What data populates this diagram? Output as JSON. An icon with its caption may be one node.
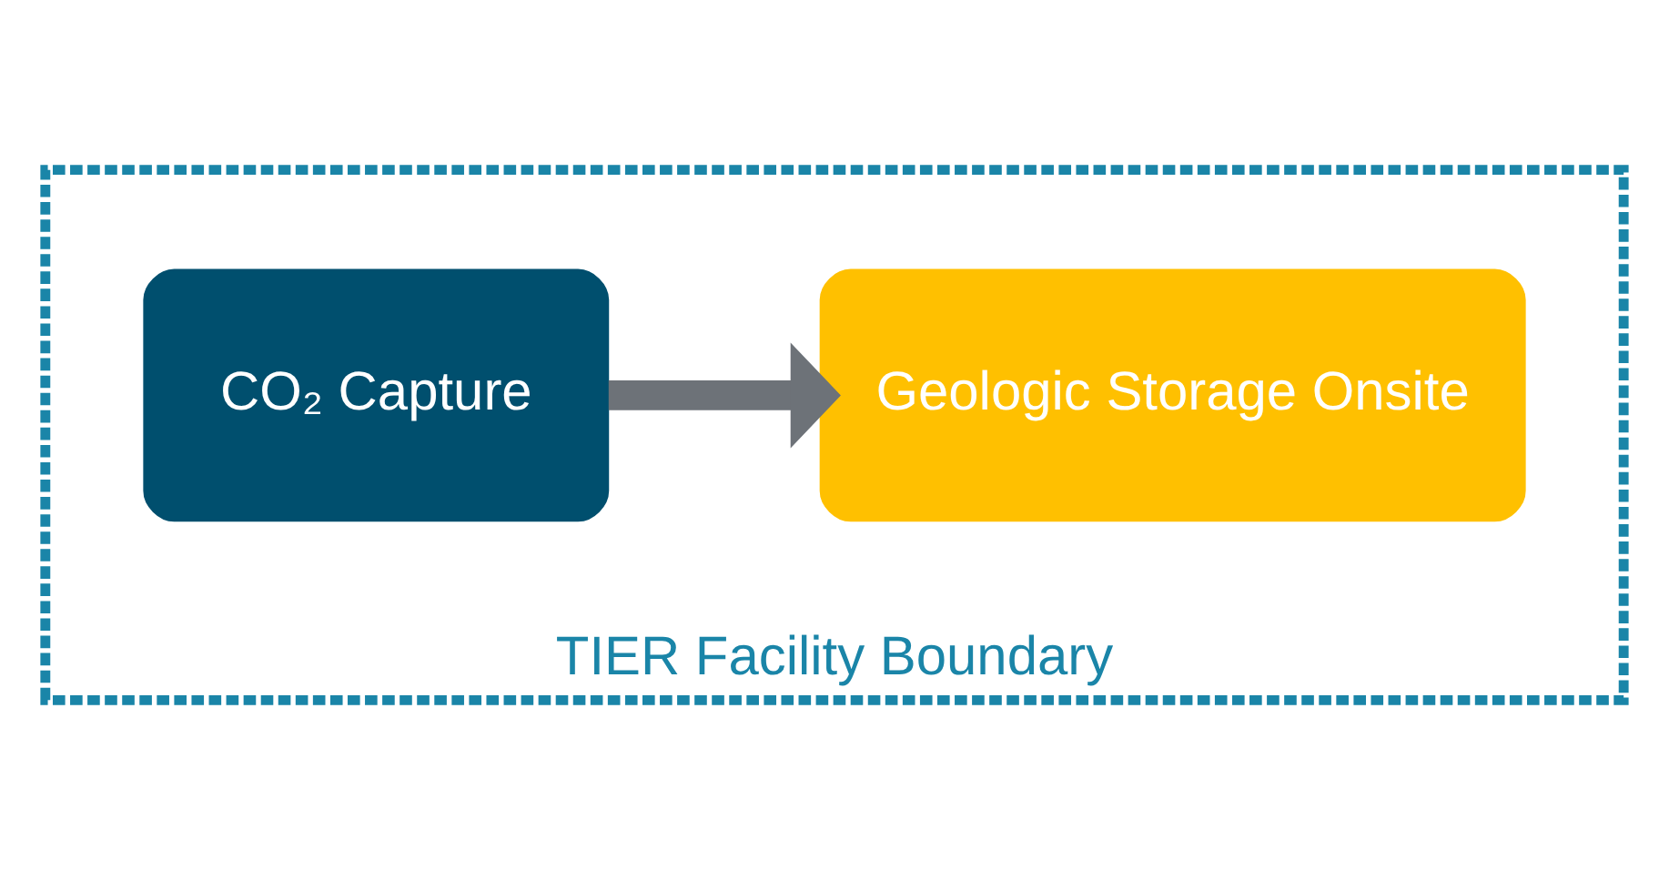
{
  "diagram": {
    "nodes": [
      {
        "text": [
          "TIER Facility Boundary"
        ]
      },
      {
        "text": [
          "CO₂ Capture"
        ],
        "in": 0
      },
      {
        "text": [
          "Geologic Storage Onsite"
        ],
        "in": 0
      }
    ],
    "edges": [
      {
        "from": 1,
        "to": 2,
        "arrow": "to"
      }
    ]
  }
}
